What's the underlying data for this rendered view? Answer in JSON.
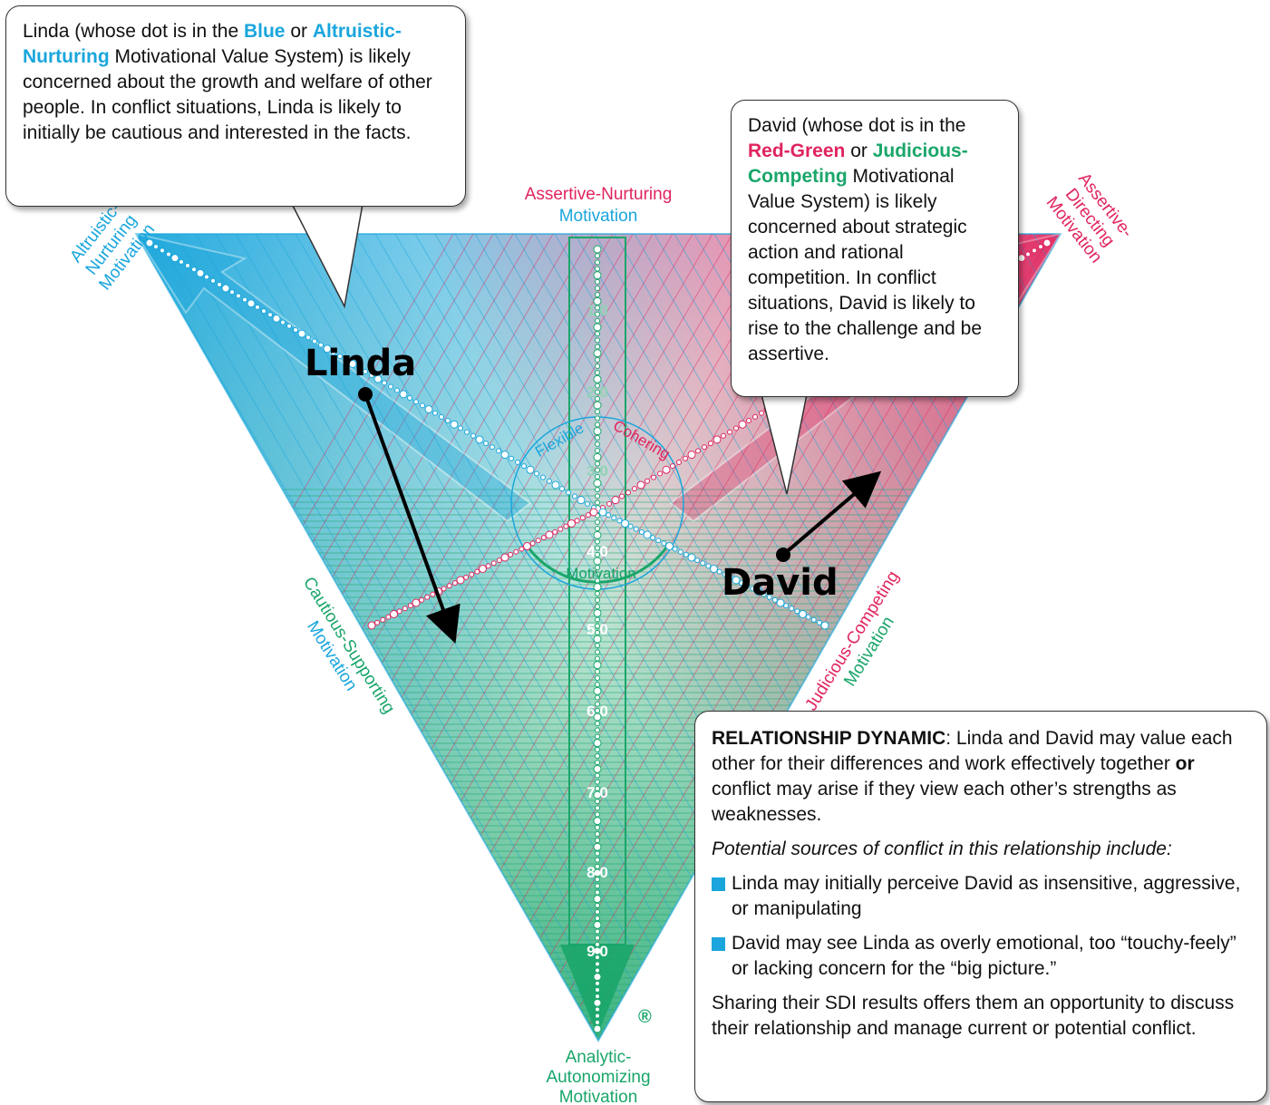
{
  "linda_callout": {
    "p1": "Linda (whose dot is in the ",
    "blue": "Blue",
    "or": " or ",
    "altruistic": "Altruistic-Nurturing",
    "p2": " Motivational Value System) is likely concerned about the growth and welfare of other people. In conflict situations, Linda is likely to initially be cautious and interested in the facts."
  },
  "david_callout": {
    "p1": "David (whose dot is in the ",
    "red": "Red-Green",
    "or": " or ",
    "judicious": "Judicious-Competing",
    "p2": " Motivational Value System) is likely concerned about strategic action and rational competition. In conflict situations, David is likely to rise to the challenge and be assertive."
  },
  "dynamic": {
    "heading": "RELATIONSHIP DYNAMIC",
    "intro_a": ": Linda and David may value each other for their differences and work effectively together ",
    "or_bold": "or",
    "intro_b": " conflict may arise if they view each other’s strengths as weaknesses.",
    "sources": "Potential sources of conflict in this relationship include:",
    "bullets": [
      "Linda may initially perceive David as insensitive, aggressive, or manipulating",
      "David may see Linda as overly emotional, too “touchy-feely” or lacking concern for the “big picture.”"
    ],
    "closing": "Sharing their SDI results offers them an opportunity to discuss their relationship and manage current or potential conflict."
  },
  "labels": {
    "assertive_nurturing": [
      "Assertive-Nurturing",
      "Motivation"
    ],
    "altruistic_nurturing": [
      "Altruistic-",
      "Nurturing",
      "Motivation"
    ],
    "assertive_directing": [
      "Assertive-",
      "Directing",
      "Motivation"
    ],
    "cautious_supporting": [
      "Cautious-Supporting",
      "Motivation"
    ],
    "judicious_competing": [
      "Judicious-Competing",
      "Motivation"
    ],
    "analytic_autonomizing": [
      "Analytic-",
      "Autonomizing",
      "Motivation"
    ],
    "flexible": "Flexible",
    "cohering": "Cohering",
    "motivation": "Motivation",
    "registered": "®"
  },
  "names": {
    "linda": "Linda",
    "david": "David"
  },
  "scale": [
    "1 0",
    "2 0",
    "3 0",
    "4 0",
    "5 0",
    "6 0",
    "7 0",
    "8 0",
    "9 0"
  ],
  "colors": {
    "blue": "#1aa6dc",
    "red": "#e0245e",
    "green": "#1aa66a"
  }
}
